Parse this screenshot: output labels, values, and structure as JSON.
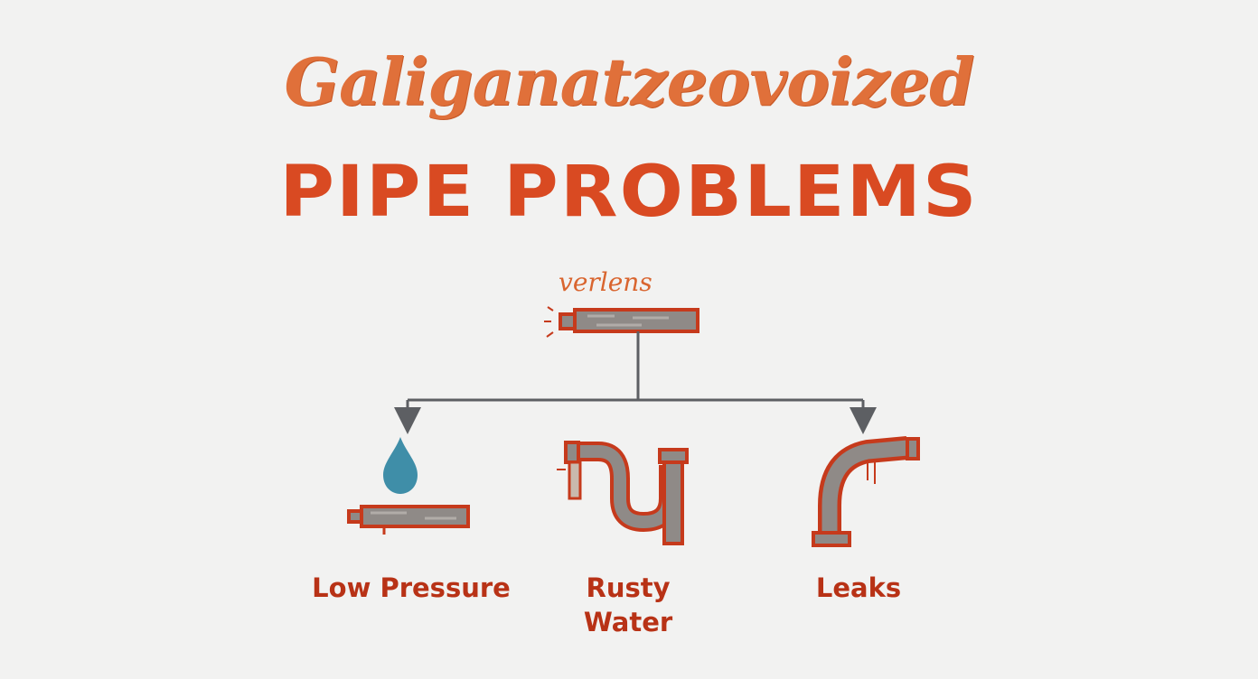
{
  "title": {
    "script_line": "Galiganatzeovoized",
    "main_line": "PIPE PROBLEMS"
  },
  "root": {
    "caption": "verlens"
  },
  "problems": [
    {
      "label": "Low Pressure"
    },
    {
      "label": "Rusty Water"
    },
    {
      "label": "Leaks"
    }
  ],
  "colors": {
    "background": "#f2f2f1",
    "script_title": "#e0703a",
    "main_title": "#d94a22",
    "label": "#b83216",
    "pipe_fill": "#8f8a87",
    "pipe_outline": "#c63a1c",
    "water_drop": "#3f8ea8",
    "connector": "#5d5f63"
  },
  "icons": [
    "rusty-pipe-icon",
    "water-drop-icon",
    "p-trap-pipe-icon",
    "bent-pipe-icon",
    "arrow-down-icon"
  ]
}
